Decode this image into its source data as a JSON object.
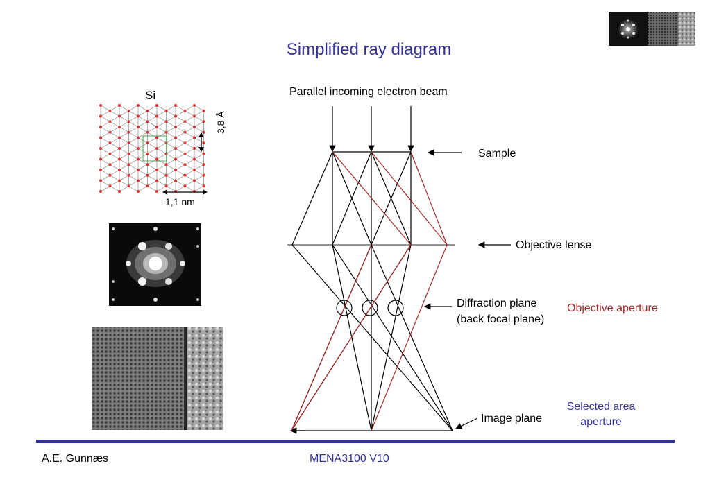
{
  "slide": {
    "title": "Simplified ray diagram",
    "beam_label": "Parallel incoming electron beam",
    "sample_label": "Sample",
    "objective_lens_label": "Objective lense",
    "diffraction_plane_line1": "Diffraction plane",
    "diffraction_plane_line2": "(back focal plane)",
    "objective_aperture_label": "Objective aperture",
    "image_plane_label": "Image plane",
    "selected_area_line1": "Selected area",
    "selected_area_line2": "aperture",
    "si_label": "Si",
    "lattice_height_label": "3,8 Å",
    "lattice_width_label": "1,1 nm",
    "footer_author": "A.E. Gunnæs",
    "footer_course": "MENA3100 V10"
  },
  "colors": {
    "title_blue": "#33339a",
    "ray_red": "#a52a2a",
    "atom_red": "#e03030",
    "footer_bar": "#33339a"
  }
}
